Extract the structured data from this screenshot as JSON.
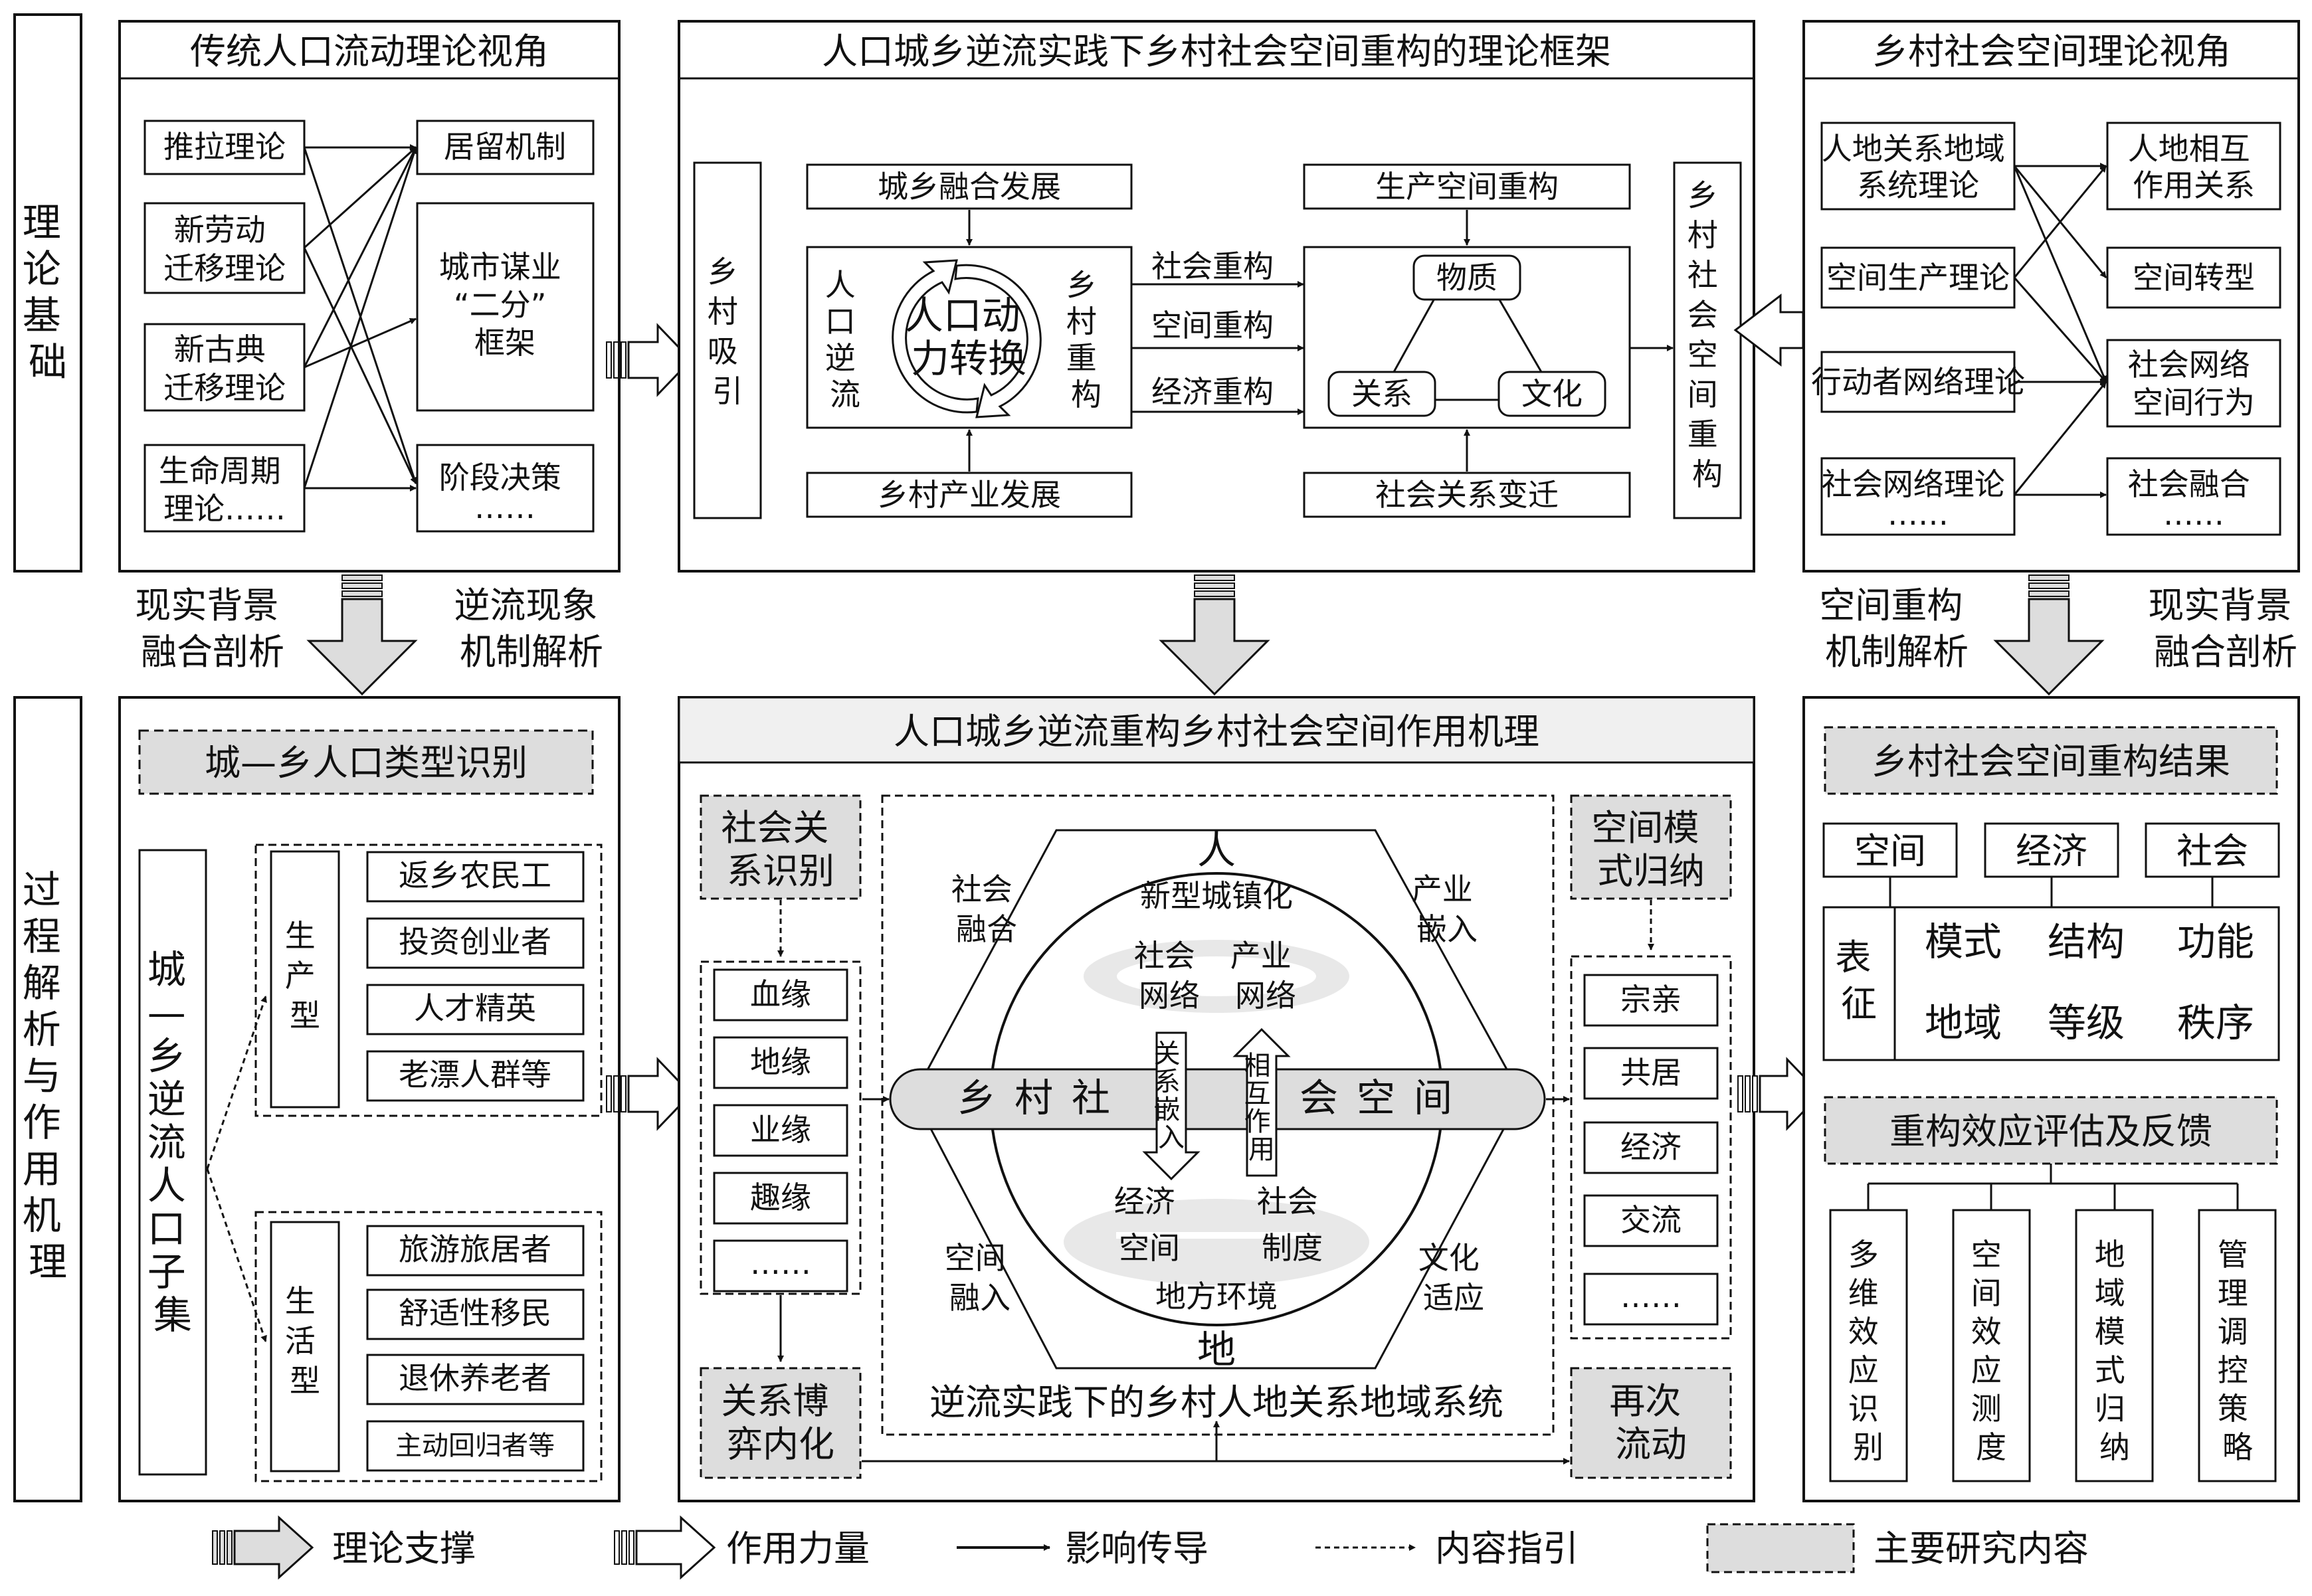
{
  "rows": {
    "theory": "理论基础",
    "process": "过程解析与作用机理"
  },
  "panel_left_top": {
    "title": "传统人口流动理论视角",
    "theories": [
      [
        "推拉理论"
      ],
      [
        "新劳动",
        "迁移理论"
      ],
      [
        "新古典",
        "迁移理论"
      ],
      [
        "生命周期",
        "理论……"
      ]
    ],
    "outcomes": [
      [
        "居留机制"
      ],
      [
        "城市谋业",
        "“二分”",
        "框架"
      ],
      [
        "阶段决策",
        "……"
      ]
    ]
  },
  "panel_center_top": {
    "title": "人口城乡逆流实践下乡村社会空间重构的理论框架",
    "rural_attraction": "乡村吸引",
    "urban_rural_integration": "城乡融合发展",
    "rural_industry": "乡村产业发展",
    "population_reverse_flow": "人口逆流",
    "dynamic_conversion": [
      "人口动",
      "力转换"
    ],
    "rural_restructuring": "乡村重构",
    "arrows": [
      "社会重构",
      "空间重构",
      "经济重构"
    ],
    "production_restructuring": "生产空间重构",
    "social_relation_change": "社会关系变迁",
    "triangle": [
      "物质",
      "关系",
      "文化"
    ],
    "result": "乡村社会空间重构"
  },
  "panel_right_top": {
    "title": "乡村社会空间理论视角",
    "theories": [
      [
        "人地关系地域",
        "系统理论"
      ],
      [
        "空间生产理论"
      ],
      [
        "行动者网络理论"
      ],
      [
        "社会网络理论",
        "……"
      ]
    ],
    "outcomes": [
      [
        "人地相互",
        "作用关系"
      ],
      [
        "空间转型"
      ],
      [
        "社会网络",
        "空间行为"
      ],
      [
        "社会融合",
        "……"
      ]
    ]
  },
  "transitions": {
    "left": [
      [
        "现实背景",
        "融合剖析"
      ],
      [
        "逆流现象",
        "机制解析"
      ]
    ],
    "right": [
      [
        "空间重构",
        "机制解析"
      ],
      [
        "现实背景",
        "融合剖析"
      ]
    ]
  },
  "panel_left_bottom": {
    "title": "城—乡人口类型识别",
    "subset": "城—乡逆流人口子集",
    "groups": [
      {
        "type": "生产型",
        "items": [
          "返乡农民工",
          "投资创业者",
          "人才精英",
          "老漂人群等"
        ]
      },
      {
        "type": "生活型",
        "items": [
          "旅游旅居者",
          "舒适性移民",
          "退休养老者",
          "主动回归者等"
        ]
      }
    ]
  },
  "panel_center_bottom": {
    "title": "人口城乡逆流重构乡村社会空间作用机理",
    "social_relation_id": [
      "社会关",
      "系识别"
    ],
    "ties": [
      "血缘",
      "地缘",
      "业缘",
      "趣缘",
      "……"
    ],
    "relation_game": [
      "关系博",
      "弈内化"
    ],
    "spatial_pattern": [
      "空间模",
      "式归纳"
    ],
    "patterns": [
      "宗亲",
      "共居",
      "经济",
      "交流",
      "……"
    ],
    "reflow": [
      "再次",
      "流动"
    ],
    "ren": "人",
    "di": "地",
    "new_urbanization": "新型城镇化",
    "social_network": [
      "社会",
      "网络"
    ],
    "industry_network": [
      "产业",
      "网络"
    ],
    "band_left": "乡村社",
    "band_right": "会空间",
    "embed": "关系嵌入",
    "interact": "相互作用",
    "economy_space": [
      "经济",
      "空间"
    ],
    "social_system": [
      "社会",
      "制度"
    ],
    "local_env": "地方环境",
    "corners": [
      [
        "社会",
        "融合"
      ],
      [
        "产业",
        "嵌入"
      ],
      [
        "空间",
        "融入"
      ],
      [
        "文化",
        "适应"
      ]
    ],
    "caption": "逆流实践下的乡村人地关系地域系统"
  },
  "panel_right_bottom": {
    "title": "乡村社会空间重构结果",
    "dims": [
      "空间",
      "经济",
      "社会"
    ],
    "repr": [
      "表",
      "征"
    ],
    "attrs": [
      "模式",
      "结构",
      "功能",
      "地域",
      "等级",
      "秩序"
    ],
    "feedback": "重构效应评估及反馈",
    "steps": [
      "多维效应识别",
      "空间效应测度",
      "地域模式归纳",
      "管理调控策略"
    ]
  },
  "legend": [
    "理论支撑",
    "作用力量",
    "影响传导",
    "内容指引",
    "主要研究内容"
  ]
}
